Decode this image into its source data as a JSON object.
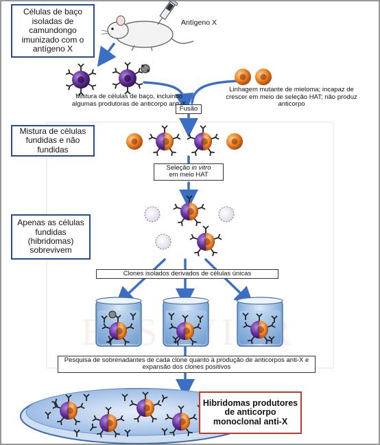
{
  "step_boxes": {
    "step1": "Células de baço isoladas de camundongo imunizado com o antígeno X",
    "step2": "Mistura de células fundidas e não fundidas",
    "step3": "Apenas as células fundidas (hibridomas) sobrevivem"
  },
  "labels": {
    "antigen": "Antígeno X",
    "spleen_mix": "Mistura de células de baço, incluindo algumas produtoras de anticorpo anti-X",
    "myeloma": "Linhagem mutante de mieloma; incapaz de crescer em meio de seleção HAT; não produz anticorpo",
    "fusion": "Fusão",
    "selection_line1_pre": "Seleção ",
    "selection_line1_em": "in vitro",
    "selection_line2": "em meio HAT",
    "clones": "Clones isolados derivados de células únicas",
    "screening": "Pesquisa de sobrenadantes de cada clone quanto à produção de anticorpos anti-X e expansão dos clones positivos",
    "result": "Hibridomas produtores de anticorpo monoclonal anti-X"
  },
  "watermark": "ELSEVIER",
  "colors": {
    "box_border": "#2a4a8a",
    "arrow": "#3a6fc4",
    "result_border": "#c0392b",
    "cell_purple": "#5a2a8c",
    "cell_orange": "#e8731f",
    "antibody": "#222222"
  }
}
